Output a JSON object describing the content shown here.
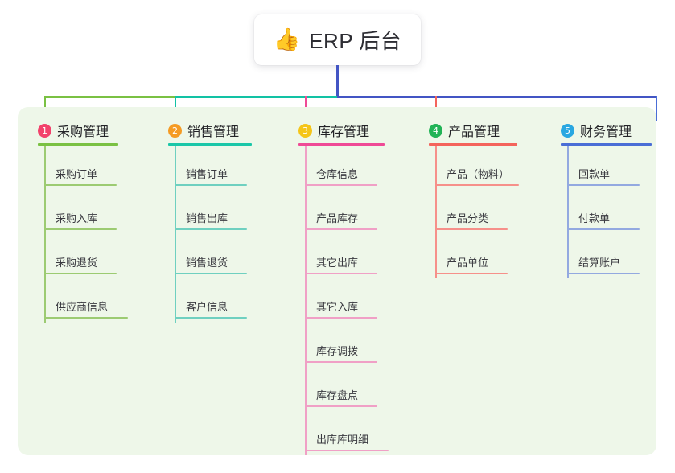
{
  "title": {
    "emoji": "👍",
    "icon_name": "thumbs-up-emoji",
    "text": "ERP 后台"
  },
  "theme": {
    "page_background": "#ffffff",
    "panel_background": "#eef7e9",
    "trunk_color": "#4355c4",
    "title_text_color": "#2d2d33"
  },
  "columns": [
    {
      "index": "1",
      "label": "采购管理",
      "badge_color": "#f2426b",
      "accent": "#7ac143",
      "leaf_accent": "#9ccb72",
      "connector_color": "#7ac143",
      "items": [
        "采购订单",
        "采购入库",
        "采购退货",
        "供应商信息"
      ]
    },
    {
      "index": "2",
      "label": "销售管理",
      "badge_color": "#f59b23",
      "accent": "#1ac7a8",
      "leaf_accent": "#6fd0c0",
      "connector_color": "#12c2a4",
      "items": [
        "销售订单",
        "销售出库",
        "销售退货",
        "客户信息"
      ]
    },
    {
      "index": "3",
      "label": "库存管理",
      "badge_color": "#f5c518",
      "accent": "#ef4a96",
      "leaf_accent": "#f0a0c6",
      "connector_color": "#ef4a96",
      "items": [
        "仓库信息",
        "产品库存",
        "其它出库",
        "其它入库",
        "库存调拨",
        "库存盘点",
        "出库库明细"
      ]
    },
    {
      "index": "4",
      "label": "产品管理",
      "badge_color": "#21b356",
      "accent": "#f4645c",
      "leaf_accent": "#f6908a",
      "connector_color": "#f4645c",
      "items": [
        "产品（物料）",
        "产品分类",
        "产品单位"
      ]
    },
    {
      "index": "5",
      "label": "财务管理",
      "badge_color": "#29a7e1",
      "accent": "#4a6ed6",
      "leaf_accent": "#93a9e0",
      "connector_color": "#4a6ed6",
      "items": [
        "回款单",
        "付款单",
        "结算账户"
      ]
    }
  ]
}
